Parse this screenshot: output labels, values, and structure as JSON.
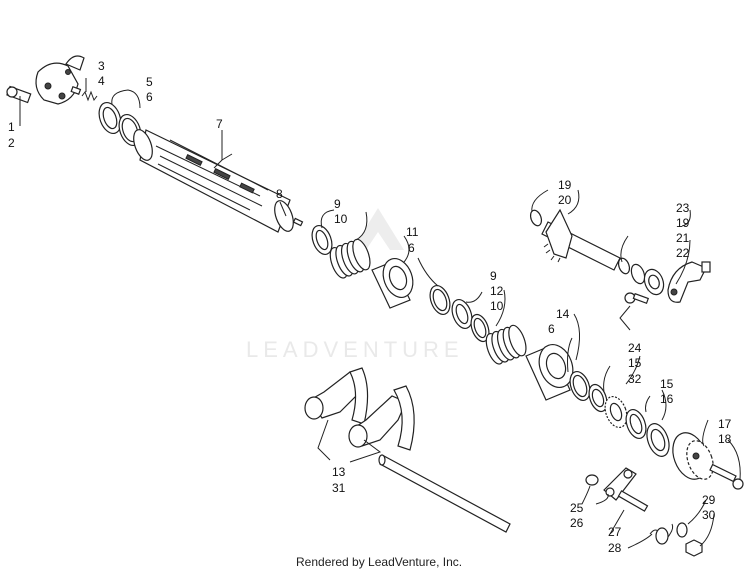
{
  "watermark": "LEADVENTURE",
  "footer": "Rendered by LeadVenture, Inc.",
  "callouts": {
    "c1": "1",
    "c2": "2",
    "c3": "3",
    "c4": "4",
    "c5": "5",
    "c6": "6",
    "c7": "7",
    "c8": "8",
    "c9a": "9",
    "c10a": "10",
    "c11": "11",
    "c6b": "6",
    "c9b": "9",
    "c12": "12",
    "c10b": "10",
    "c14": "14",
    "c6c": "6",
    "c19a": "19",
    "c20": "20",
    "c23": "23",
    "c19b": "19",
    "c21": "21",
    "c22": "22",
    "c24": "24",
    "c15a": "15",
    "c32": "32",
    "c15b": "15",
    "c16": "16",
    "c17": "17",
    "c18": "18",
    "c13": "13",
    "c31": "31",
    "c25": "25",
    "c26": "26",
    "c27": "27",
    "c28": "28",
    "c29": "29",
    "c30": "30"
  }
}
